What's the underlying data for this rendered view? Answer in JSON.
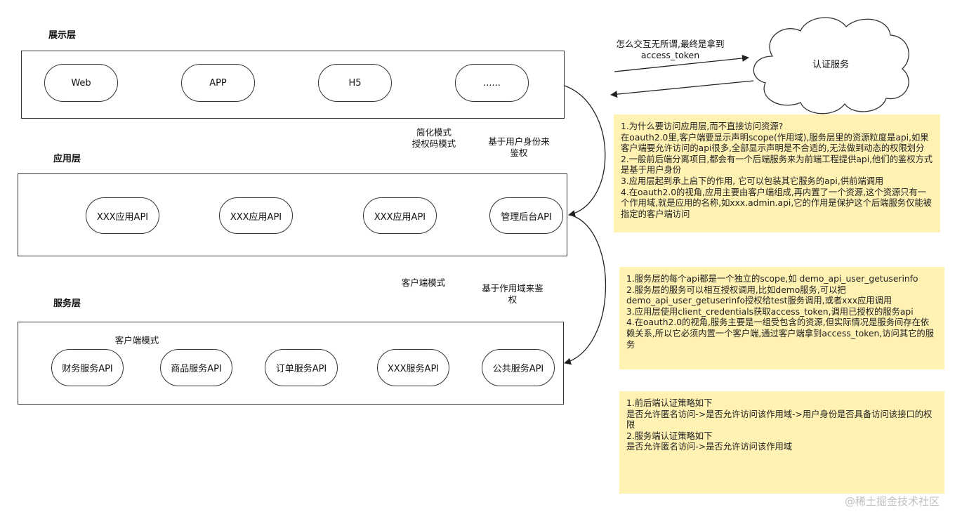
{
  "layers": {
    "presentation": {
      "title": "展示层",
      "items": [
        "Web",
        "APP",
        "H5",
        "......"
      ]
    },
    "application": {
      "title": "应用层",
      "items": [
        "XXX应用API",
        "XXX应用API",
        "XXX应用API",
        "管理后台API"
      ]
    },
    "service": {
      "title": "服务层",
      "items": [
        "财务服务API",
        "商品服务API",
        "订单服务API",
        "XXX服务API",
        "公共服务API"
      ],
      "inner_label": "客户端模式"
    }
  },
  "edge_labels": {
    "to_auth": "怎么交互无所谓,最终是拿到\naccess_token",
    "pres_to_app_mode": "简化模式\n授权码模式",
    "pres_to_app_auth": "基于用户身份来\n鉴权",
    "app_to_service_mode": "客户端模式",
    "app_to_service_auth": "基于作用域来鉴\n权"
  },
  "auth_service": {
    "label": "认证服务"
  },
  "notes": [
    "1.为什么要访问应用层,而不直接访问资源?\n在oauth2.0里,客户端要显示声明scope(作用域),服务层里的资源粒度是api,如果客户端要允许访问的api很多,全部显示声明是不合适的,无法做到动态的权限划分\n2.一般前后端分离项目,都会有一个后端服务来为前端工程提供api,他们的鉴权方式是基于用户身份\n3.应用层起到承上启下的作用, 它可以包装其它服务的api,供前端调用\n4.在oauth2.0的视角,应用主要由客户端组成,再内置了一个资源,这个资源只有一个作用域,就是应用的名称,如xxx.admin.api,它的作用是保护这个后端服务仅能被指定的客户端访问",
    "1.服务层的每个api都是一个独立的scope,如 demo_api_user_getuserinfo\n2.服务层的服务可以相互授权调用,比如demo服务,可以把demo_api_user_getuserinfo授权给test服务调用,或者xxx应用调用\n3.应用层使用client_credentials获取access_token,调用已授权的服务api\n4.在oauth2.0的视角,服务主要是一组受包含的资源,但实际情况是服务间存在依赖关系,所以它必须内置一个客户端,通过客户端拿到access_token,访问其它的服务",
    "1.前后端认证策略如下\n是否允许匿名访问->是否允许访问该作用域->用户身份是否具备访问该接口的权限\n2.服务端认证策略如下\n是否允许匿名访问->是否允许访问该作用域"
  ],
  "watermark": "@稀土掘金技术社区",
  "colors": {
    "note_fill": "#fff2b3",
    "stroke": "#333333"
  }
}
